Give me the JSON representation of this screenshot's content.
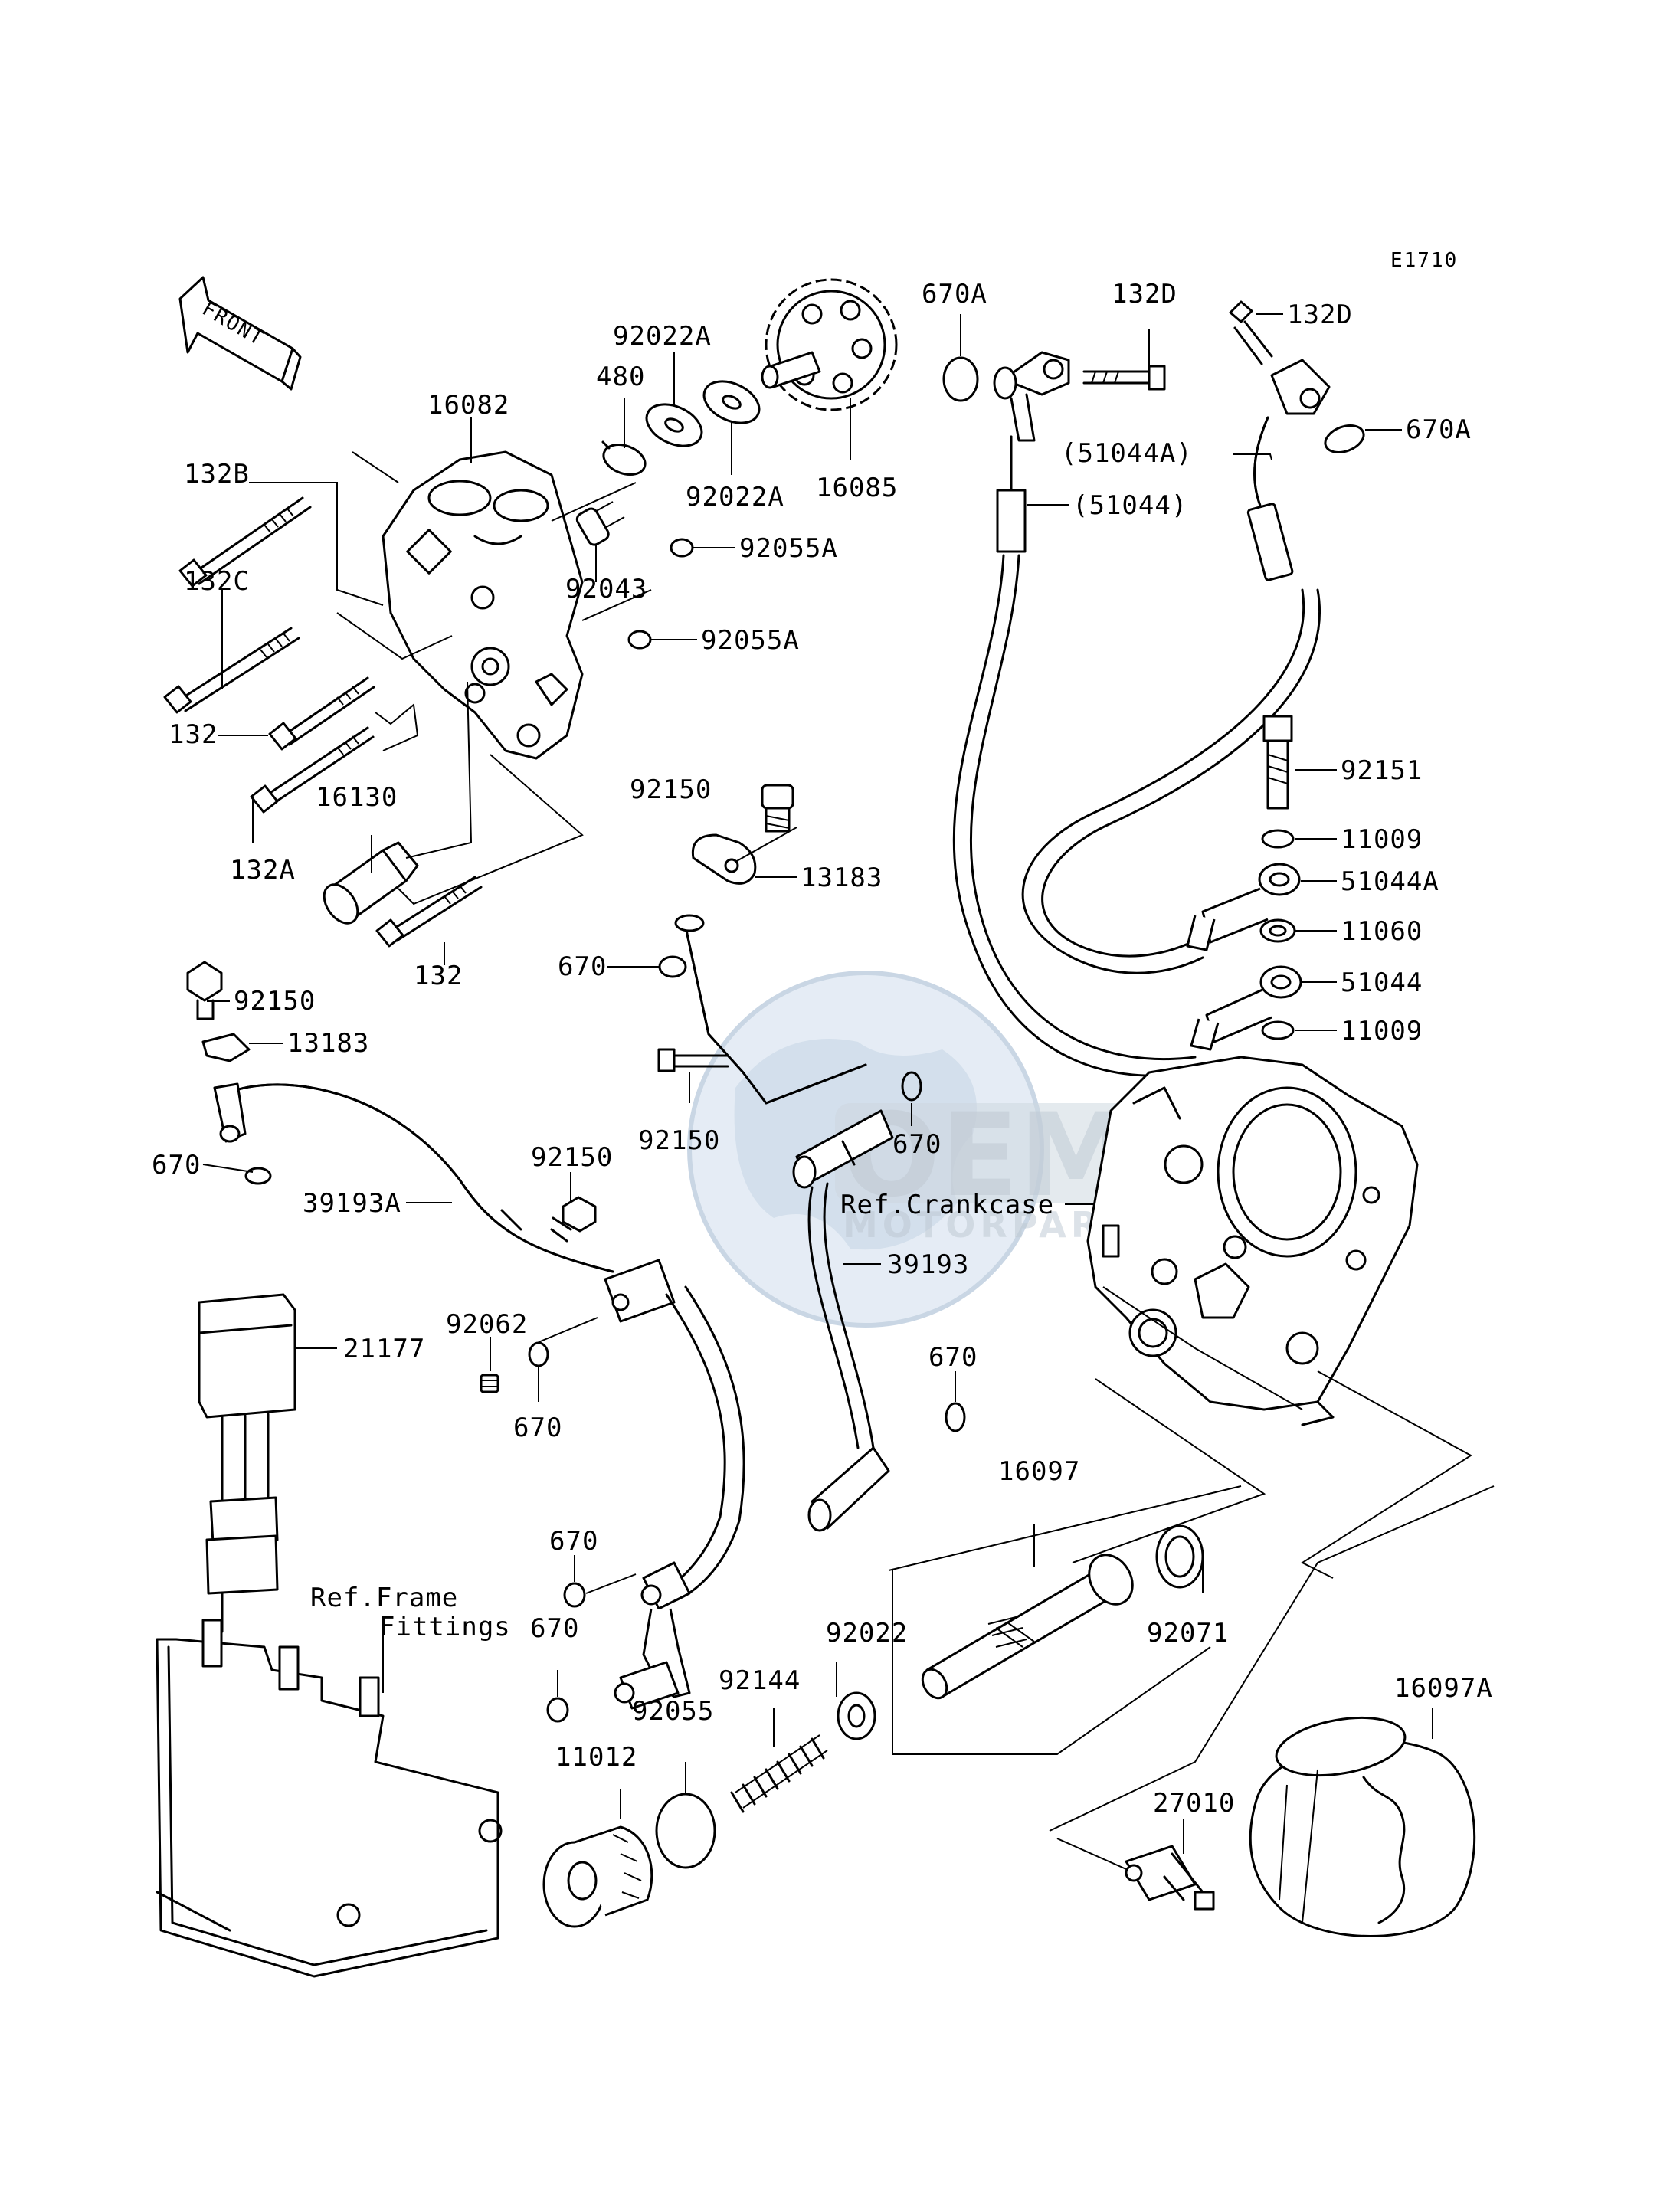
{
  "diagram": {
    "code": "E1710",
    "front_arrow_label": "FRONT",
    "labels": {
      "l_670A_a": "670A",
      "l_132D_a": "132D",
      "l_132D_b": "132D",
      "l_670A_b": "670A",
      "l_92022A_a": "92022A",
      "l_480": "480",
      "l_16082": "16082",
      "l_132B": "132B",
      "l_92022A_b": "92022A",
      "l_16085": "16085",
      "l_51044A_ref": "(51044A)",
      "l_51044_ref": "(51044)",
      "l_92055A_a": "92055A",
      "l_132C": "132C",
      "l_92043": "92043",
      "l_92055A_b": "92055A",
      "l_132_a": "132",
      "l_92151": "92151",
      "l_16130": "16130",
      "l_92150_a": "92150",
      "l_11009_a": "11009",
      "l_132A": "132A",
      "l_13183_a": "13183",
      "l_51044A": "51044A",
      "l_11060": "11060",
      "l_670_a": "670",
      "l_132_b": "132",
      "l_92150_b": "92150",
      "l_51044": "51044",
      "l_13183_b": "13183",
      "l_11009_b": "11009",
      "l_670_b": "670",
      "l_92150_c": "92150",
      "l_670_c": "670",
      "l_92150_d": "92150",
      "l_ref_crankcase": "Ref.Crankcase",
      "l_39193A": "39193A",
      "l_39193": "39193",
      "l_92062": "92062",
      "l_21177": "21177",
      "l_670_d": "670",
      "l_670_e": "670",
      "l_16097": "16097",
      "l_670_f": "670",
      "l_ref_frame": "Ref.Frame",
      "l_fittings": "Fittings",
      "l_670_g": "670",
      "l_92022": "92022",
      "l_92071": "92071",
      "l_92144": "92144",
      "l_16097A": "16097A",
      "l_92055": "92055",
      "l_11012": "11012",
      "l_27010": "27010"
    },
    "watermark": {
      "main": "OEM",
      "sub": "MOTORPARTS"
    }
  }
}
